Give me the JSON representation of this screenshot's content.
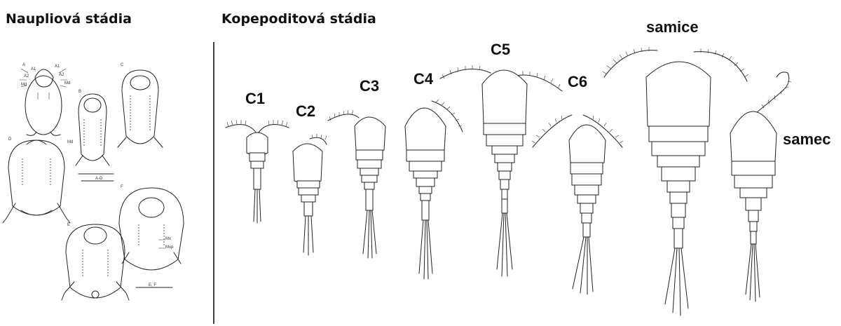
{
  "headings": {
    "nauplius": "Naupliová stádia",
    "copepodid": "Kopepoditová stádia"
  },
  "stages": {
    "c1": "C1",
    "c2": "C2",
    "c3": "C3",
    "c4": "C4",
    "c5": "C5",
    "c6": "C6",
    "female": "samice",
    "male": "samec"
  },
  "nauplius_panel": {
    "panel_letters": [
      "A",
      "B",
      "C",
      "D",
      "E",
      "F"
    ],
    "part_labels": {
      "a1": "A1",
      "a2": "A2",
      "md": "Md",
      "mx": "Mx",
      "mxp": "Mxp"
    },
    "scale_labels": {
      "ad": "A-D",
      "ef": "E, F"
    }
  }
}
